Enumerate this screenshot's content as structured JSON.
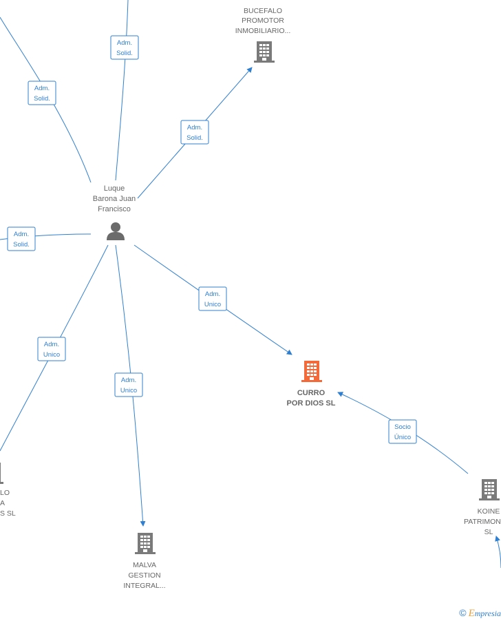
{
  "colors": {
    "edge": "#2f7fd1",
    "building": "#7a7a7a",
    "focus_building": "#f26a3a",
    "person": "#6b6b6b",
    "text": "#666666"
  },
  "nodes": {
    "person": {
      "lines": [
        "Luque",
        "Barona Juan",
        "Francisco"
      ],
      "icon": "person-icon"
    },
    "bucefalo": {
      "lines": [
        "BUCEFALO",
        "PROMOTOR",
        "INMOBILIARIO..."
      ],
      "icon": "building-icon"
    },
    "curro": {
      "lines": [
        "CURRO",
        "POR DIOS  SL"
      ],
      "icon": "building-icon-highlighted"
    },
    "malva": {
      "lines": [
        "MALVA",
        "GESTION",
        "INTEGRAL..."
      ],
      "icon": "building-icon"
    },
    "koine": {
      "lines": [
        "KOINE",
        "PATRIMON",
        "SL"
      ],
      "icon": "building-icon"
    },
    "left_partial": {
      "lines": [
        "LO",
        "A",
        "S  SL"
      ],
      "icon": "building-icon"
    }
  },
  "edge_labels": {
    "top_left": [
      "Adm.",
      "Solid."
    ],
    "top_mid": [
      "Adm.",
      "Solid."
    ],
    "to_bucefalo": [
      "Adm.",
      "Solid."
    ],
    "left": [
      "Adm.",
      "Solid."
    ],
    "to_curro": [
      "Adm.",
      "Unico"
    ],
    "lower_left": [
      "Adm.",
      "Unico"
    ],
    "to_malva": [
      "Adm.",
      "Unico"
    ],
    "koine_curro": [
      "Socio",
      "Único"
    ]
  },
  "brand": {
    "copyright": "©",
    "e_letter": "E",
    "rest": "mpresia"
  }
}
